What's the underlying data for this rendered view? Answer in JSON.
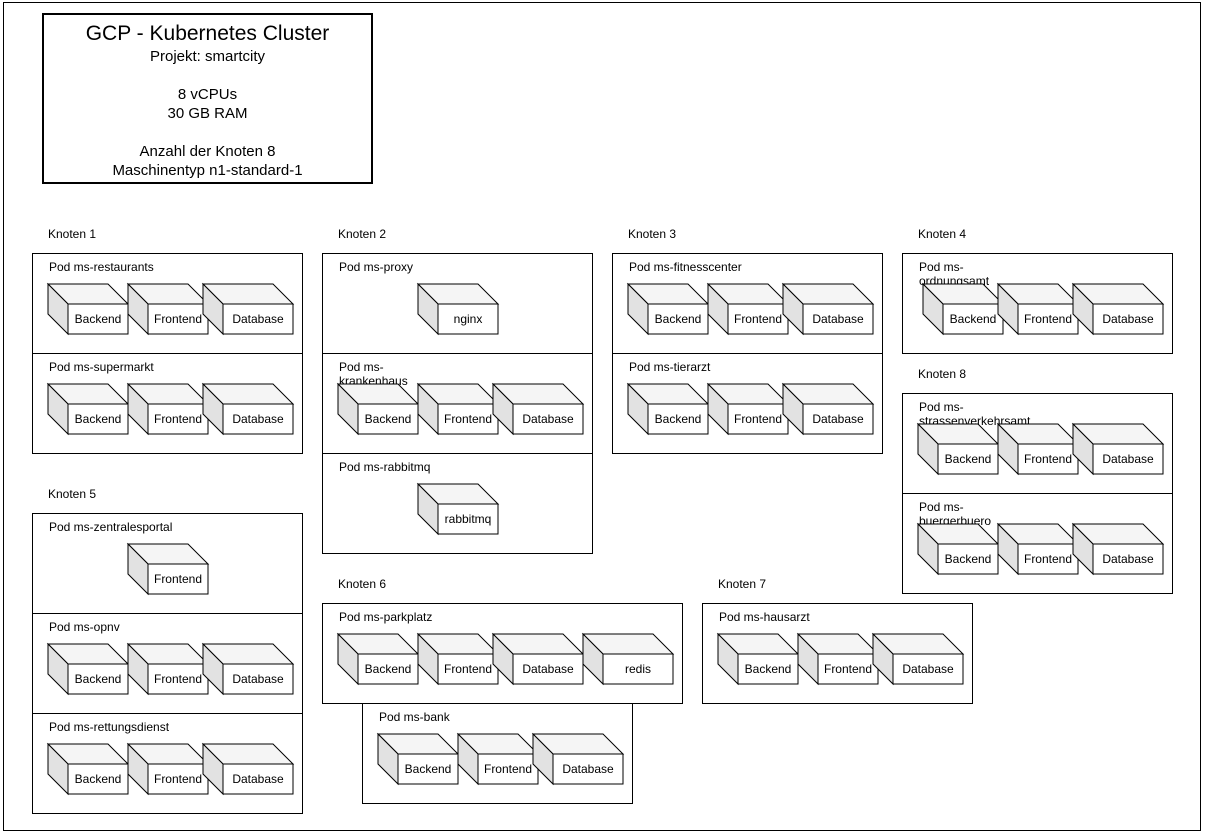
{
  "cluster": {
    "title": "GCP - Kubernetes Cluster",
    "project": "Projekt: smartcity",
    "cpus": "8 vCPUs",
    "ram": "30 GB RAM",
    "nodes": "Anzahl der Knoten 8",
    "machine": "Maschinentyp n1-standard-1"
  },
  "knots": [
    {
      "label": "Knoten 1"
    },
    {
      "label": "Knoten 2"
    },
    {
      "label": "Knoten 3"
    },
    {
      "label": "Knoten 4"
    },
    {
      "label": "Knoten 5"
    },
    {
      "label": "Knoten 6"
    },
    {
      "label": "Knoten 7"
    },
    {
      "label": "Knoten 8"
    }
  ],
  "pods": [
    {
      "label": "Pod ms-restaurants",
      "components": [
        "Backend",
        "Frontend",
        "Database"
      ]
    },
    {
      "label": "Pod ms-supermarkt",
      "components": [
        "Backend",
        "Frontend",
        "Database"
      ]
    },
    {
      "label": "Pod ms-proxy",
      "components": [
        "nginx"
      ]
    },
    {
      "label": "Pod ms-krankenhaus",
      "components": [
        "Backend",
        "Frontend",
        "Database"
      ]
    },
    {
      "label": "Pod ms-rabbitmq",
      "components": [
        "rabbitmq"
      ]
    },
    {
      "label": "Pod ms-fitnesscenter",
      "components": [
        "Backend",
        "Frontend",
        "Database"
      ]
    },
    {
      "label": "Pod ms-tierarzt",
      "components": [
        "Backend",
        "Frontend",
        "Database"
      ]
    },
    {
      "label": "Pod ms-ordnungsamt",
      "components": [
        "Backend",
        "Frontend",
        "Database"
      ]
    },
    {
      "label": "Pod ms-strassenverkehrsamt",
      "components": [
        "Backend",
        "Frontend",
        "Database"
      ]
    },
    {
      "label": "Pod ms-buergerbuero",
      "components": [
        "Backend",
        "Frontend",
        "Database"
      ]
    },
    {
      "label": "Pod ms-zentralesportal",
      "components": [
        "Frontend"
      ]
    },
    {
      "label": "Pod ms-opnv",
      "components": [
        "Backend",
        "Frontend",
        "Database"
      ]
    },
    {
      "label": "Pod ms-rettungsdienst",
      "components": [
        "Backend",
        "Frontend",
        "Database"
      ]
    },
    {
      "label": "Pod ms-parkplatz",
      "components": [
        "Backend",
        "Frontend",
        "Database",
        "redis"
      ]
    },
    {
      "label": "Pod ms-bank",
      "components": [
        "Backend",
        "Frontend",
        "Database"
      ]
    },
    {
      "label": "Pod ms-hausarzt",
      "components": [
        "Backend",
        "Frontend",
        "Database"
      ]
    }
  ]
}
